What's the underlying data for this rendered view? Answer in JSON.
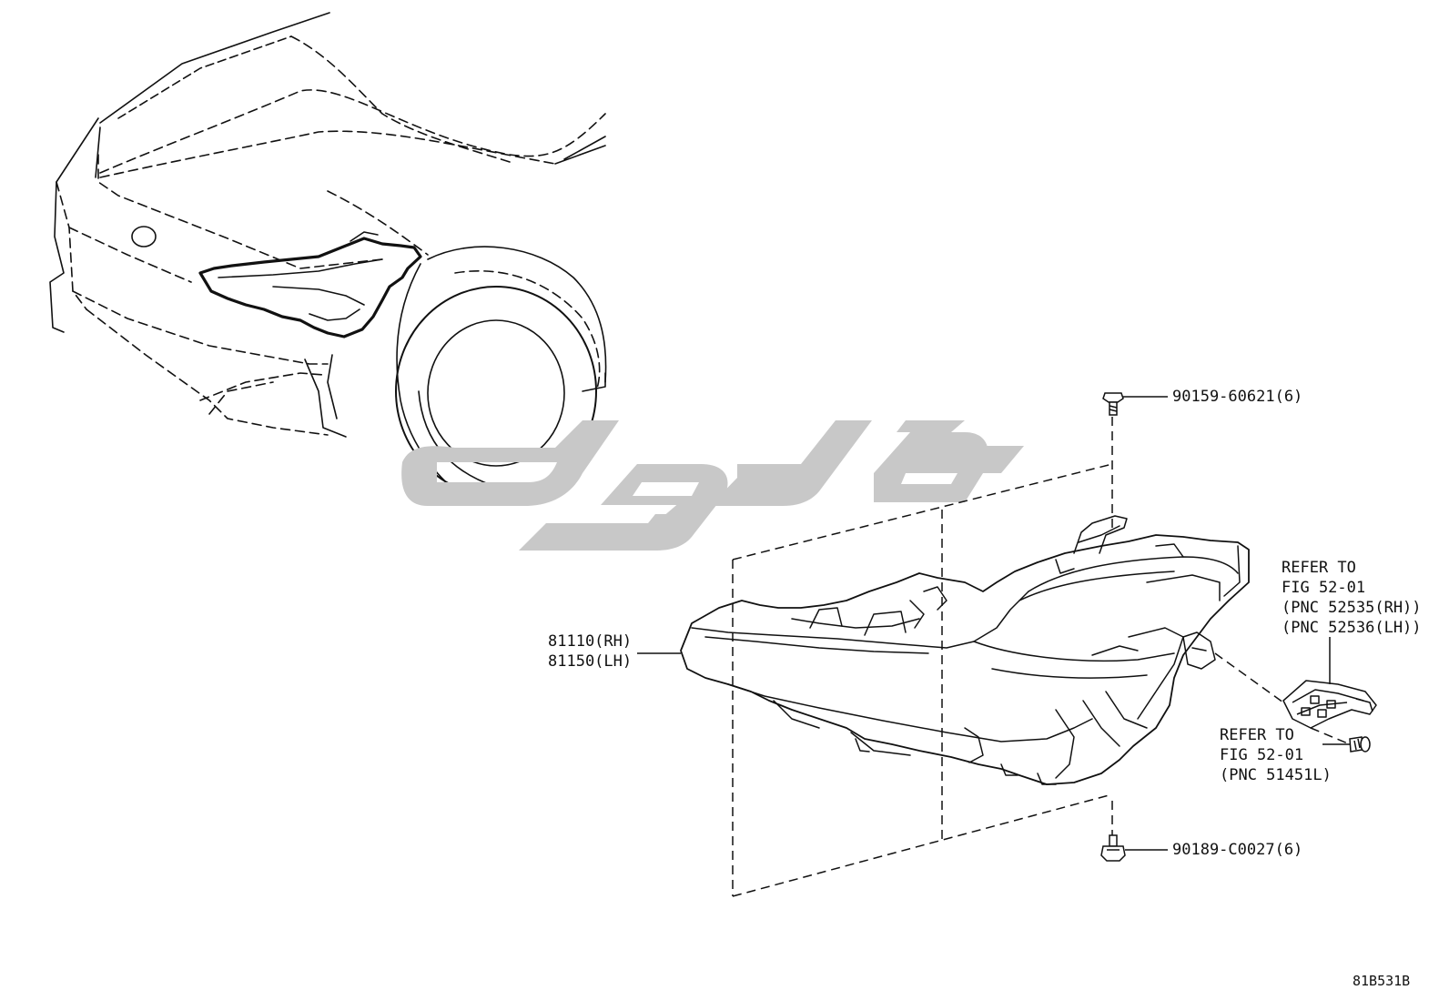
{
  "labels": {
    "part_81110_rh": "81110(RH)",
    "part_81150_lh": "81150(LH)",
    "part_90159": "90159-60621(6)",
    "part_90189": "90189-C0027(6)",
    "refer_bracket": {
      "line1": "REFER TO",
      "line2": "FIG 52-01",
      "line3": "(PNC 52535(RH))",
      "line4": "(PNC 52536(LH))"
    },
    "refer_screw": {
      "line1": "REFER TO",
      "line2": "FIG 52-01",
      "line3": "(PNC 51451L)"
    },
    "diagram_code": "81B531B"
  },
  "colors": {
    "line": "#111111",
    "watermark": "#c8c8c8"
  }
}
